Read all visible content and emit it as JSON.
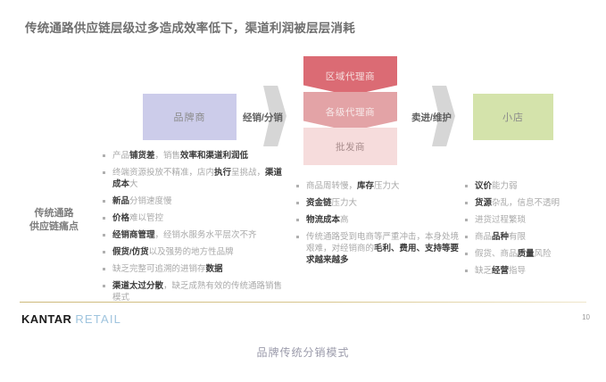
{
  "slide": {
    "title": "传统通路供应链层级过多造成效率低下，渠道利润被层层消耗",
    "page_number": "10",
    "colors": {
      "brand_box": "#ccccea",
      "shop_box": "#d4e3ab",
      "chevron_1": "#db6b74",
      "chevron_2": "#e3a3a6",
      "chevron_3": "#f6dcdc",
      "connector": "#b5b5b5",
      "rule": "#cdb97a",
      "logo_accent": "#9fc4de"
    },
    "flow": {
      "brand_label": "品牌商",
      "connector_1_label": "经销/分销",
      "chain": [
        {
          "label": "区域代理商"
        },
        {
          "label": "各级代理商"
        },
        {
          "label": "批发商"
        }
      ],
      "connector_2_label": "卖进/维护",
      "shop_label": "小店"
    },
    "side_label": {
      "line1": "传统通路",
      "line2": "供应链痛点"
    },
    "columns": {
      "left": [
        "产品<b>铺货差</b>，销售<b>效率和渠道利润低</b>",
        "终端资源投放不精准，店内<b>执行</b>呈挑战，<b>渠道成本</b>大",
        "<b>新品</b>分销速度慢",
        "<b>价格</b>难以管控",
        "<b>经销商管理</b>，经销水服务水平层次不齐",
        "<b>假货/仿货</b>以及强势的地方性品牌",
        "缺乏完整可追溯的进销存<b>数据</b>",
        "<b>渠道太过分散</b>，缺乏成熟有效的传统通路销售模式"
      ],
      "middle": [
        "商品周转慢，<b>库存</b>压力大",
        "<b>资金链</b>压力大",
        "<b>物流成本</b>高",
        "传统通路受到电商等严重冲击，本身处境艰难，对经销商的<b>毛利、费用、支持等要求越来越多</b>"
      ],
      "right": [
        "<b>议价</b>能力弱",
        "<b>货源</b>杂乱，信息不透明",
        "进货过程繁琐",
        "商品<b>品种</b>有限",
        "假货、商品<b>质量</b>风险",
        "缺乏<b>经营</b>指导"
      ]
    },
    "footer": {
      "logo_primary": "KANTAR",
      "logo_secondary": "RETAIL"
    }
  },
  "caption": "品牌传统分销模式"
}
